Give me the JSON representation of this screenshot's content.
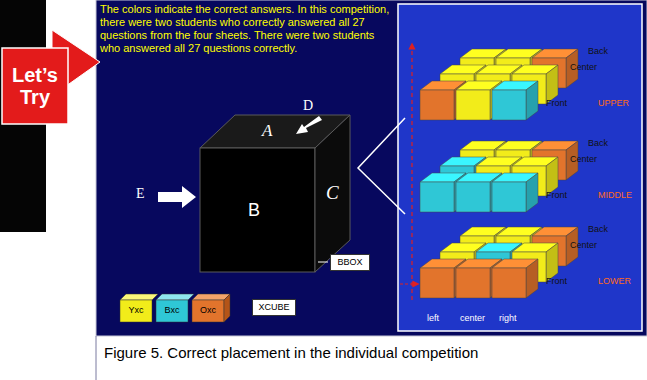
{
  "diagram": {
    "caption": "Figure 5. Correct placement in the individual competition",
    "nodes": [
      {
        "text": [
          "Let’s Try"
        ]
      },
      {
        "text": [
          "BBOX"
        ]
      },
      {
        "text": [
          "XCUBE"
        ]
      },
      {
        "text": [
          "Yxc"
        ]
      },
      {
        "text": [
          "Bxc"
        ]
      },
      {
        "text": [
          "Oxc"
        ]
      }
    ],
    "labels": [
      "The colors indicate the correct answers. In this competition, there were two students who correctly answered all 27 questions from the four sheets. There were two students who answered all 27 questions correctly.",
      "A",
      "B",
      "C",
      "D",
      "E",
      "Back",
      "Center",
      "Front",
      "UPPER",
      "Back",
      "Center",
      "Front",
      "MIDDLE",
      "Back",
      "Center",
      "Front",
      "LOWER",
      "left",
      "center",
      "right"
    ]
  }
}
